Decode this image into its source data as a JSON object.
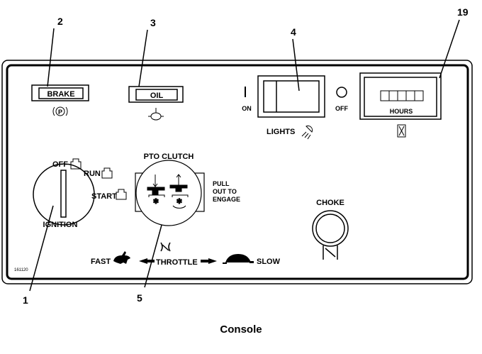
{
  "caption": "Console",
  "callouts": {
    "ignition": "1",
    "brake": "2",
    "oil": "3",
    "lights": "4",
    "pto": "5",
    "hours": "19"
  },
  "indicators": {
    "brake": "BRAKE",
    "oil": "OIL"
  },
  "lights": {
    "on": "ON",
    "off": "OFF",
    "label": "LIGHTS",
    "on_mark": "|"
  },
  "hour_meter": {
    "label": "HOURS"
  },
  "ignition": {
    "label": "IGNITION",
    "off": "OFF",
    "run": "RUN",
    "start": "START"
  },
  "pto": {
    "label": "PTO CLUTCH",
    "instruction": [
      "PULL",
      "OUT TO",
      "ENGAGE"
    ]
  },
  "throttle": {
    "label": "THROTTLE",
    "fast": "FAST",
    "slow": "SLOW"
  },
  "choke": {
    "label": "CHOKE"
  },
  "part_code": "161120"
}
